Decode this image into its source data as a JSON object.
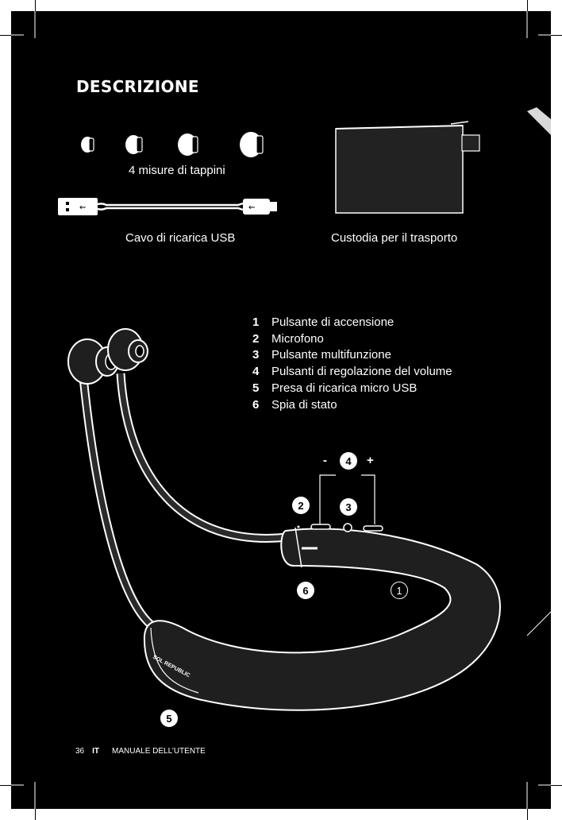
{
  "page": {
    "title": "DESCRIZIONE",
    "background": "#000000",
    "foreground": "#ffffff"
  },
  "accessories": {
    "eartips_label": "4 misure di tappini",
    "cable_label": "Cavo di ricarica USB",
    "pouch_label": "Custodia per il trasporto"
  },
  "legend": {
    "items": [
      {
        "num": "1",
        "text": "Pulsante di accensione"
      },
      {
        "num": "2",
        "text": "Microfono"
      },
      {
        "num": "3",
        "text": "Pulsante multifunzione"
      },
      {
        "num": "4",
        "text": "Pulsanti di regolazione del volume"
      },
      {
        "num": "5",
        "text": "Presa di ricarica micro USB"
      },
      {
        "num": "6",
        "text": "Spia di stato"
      }
    ]
  },
  "callouts": {
    "c1": "1",
    "c2": "2",
    "c3": "3",
    "c4": "4",
    "c5": "5",
    "c6": "6",
    "minus": "-",
    "plus": "+"
  },
  "device": {
    "brand": "SOL REPUBLIC"
  },
  "footer": {
    "page_number": "36",
    "language": "IT",
    "manual": "MANUALE DELL’UTENTE"
  }
}
